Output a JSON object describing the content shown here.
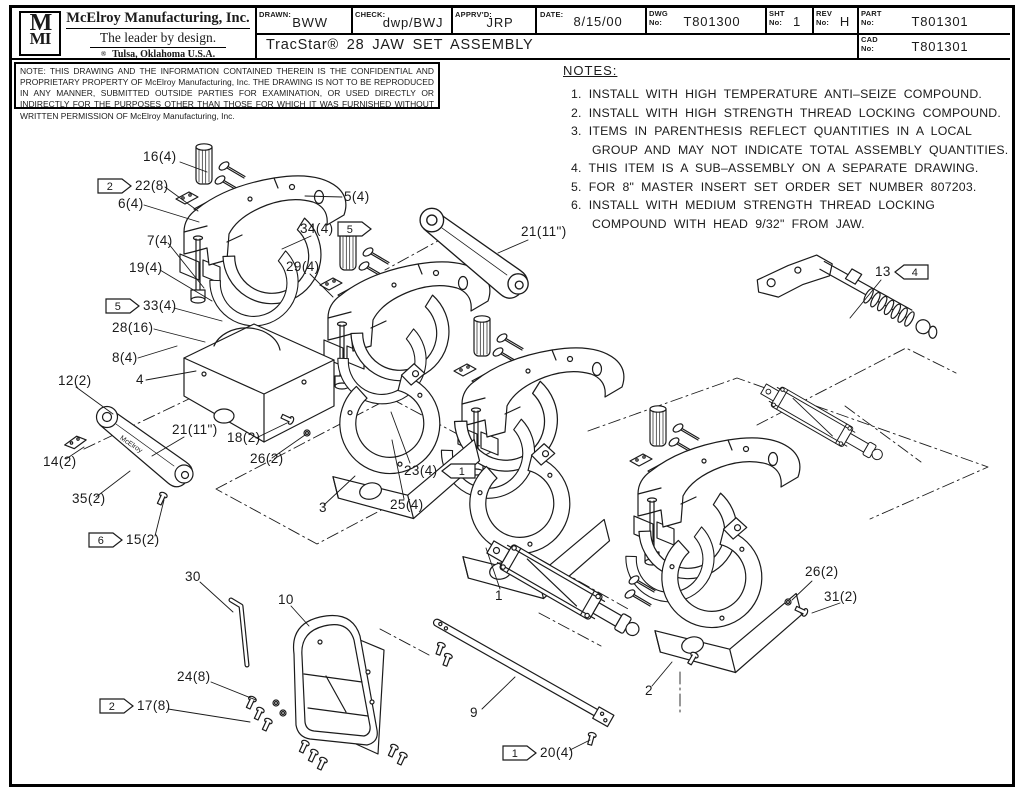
{
  "title_block": {
    "logo_top": "M",
    "logo_bottom": "MI",
    "company": "McElroy Manufacturing, Inc.",
    "tagline": "The leader by design.",
    "trademark": "®",
    "location": "Tulsa, Oklahoma U.S.A.",
    "drawing_title": "TracStar® 28 JAW SET ASSEMBLY",
    "fields": {
      "drawn": {
        "label": "DRAWN:",
        "value": "BWW"
      },
      "check": {
        "label": "CHECK:",
        "value": "dwp/BWJ"
      },
      "approved": {
        "label": "APPRV'D:",
        "value": "JRP"
      },
      "date": {
        "label": "DATE:",
        "value": "8/15/00"
      },
      "dwg": {
        "label": "DWG",
        "label2": "No:",
        "value": "T801300"
      },
      "sheet": {
        "label": "SHT",
        "label2": "No:",
        "value": "1"
      },
      "rev": {
        "label": "REV",
        "label2": "No:",
        "value": "H"
      },
      "part": {
        "label": "PART",
        "label2": "No:",
        "value": "T801301"
      },
      "cad": {
        "label": "CAD",
        "label2": "No:",
        "value": "T801301"
      }
    }
  },
  "confidential_note": "NOTE: THIS DRAWING AND THE INFORMATION CONTAINED THEREIN IS THE CONFIDENTIAL AND PROPRIETARY PROPERTY OF McElroy Manufacturing, Inc. THE DRAWING IS NOT TO BE REPRODUCED IN ANY MANNER, SUBMITTED OUTSIDE PARTIES FOR EXAMINATION, OR USED DIRECTLY OR INDIRECTLY FOR THE PURPOSES OTHER THAN THOSE FOR WHICH IT WAS FURNISHED WITHOUT WRITTEN PERMISSION OF McElroy Manufacturing, Inc.",
  "notes": {
    "heading": "NOTES:",
    "items": [
      "1. INSTALL WITH HIGH TEMPERATURE ANTI–SEIZE COMPOUND.",
      "2. INSTALL WITH HIGH STRENGTH THREAD LOCKING COMPOUND.",
      "3. ITEMS IN PARENTHESIS REFLECT QUANTITIES IN A LOCAL\nGROUP AND MAY NOT INDICATE TOTAL ASSEMBLY QUANTITIES.",
      "4. THIS ITEM IS A SUB–ASSEMBLY ON A SEPARATE DRAWING.",
      "5. FOR 8\" MASTER INSERT SET ORDER SET NUMBER 807203.",
      "6. INSTALL WITH MEDIUM STRENGTH THREAD LOCKING\nCOMPOUND WITH HEAD 9/32\" FROM JAW."
    ]
  },
  "drawing": {
    "wrench_stamp": "McElroy"
  },
  "callouts": [
    {
      "label": "16(4)"
    },
    {
      "flag": "2",
      "label": "22(8)"
    },
    {
      "label": "6(4)"
    },
    {
      "label": "5(4)"
    },
    {
      "label": "34(4)",
      "flag": "5"
    },
    {
      "label": "7(4)"
    },
    {
      "label": "19(4)"
    },
    {
      "label": "29(4)"
    },
    {
      "flag": "5",
      "label": "33(4)"
    },
    {
      "label": "28(16)"
    },
    {
      "label": "8(4)"
    },
    {
      "label": "4"
    },
    {
      "label": "12(2)"
    },
    {
      "label": "21(11\")"
    },
    {
      "label": "18(2)"
    },
    {
      "label": "26(2)"
    },
    {
      "label": "14(2)"
    },
    {
      "label": "35(2)"
    },
    {
      "flag": "6",
      "label": "15(2)"
    },
    {
      "label": "23(4)",
      "flag": "1"
    },
    {
      "label": "25(4)"
    },
    {
      "label": "3"
    },
    {
      "label": "1"
    },
    {
      "label": "13",
      "flag": "4"
    },
    {
      "label": "30"
    },
    {
      "label": "10"
    },
    {
      "label": "24(8)"
    },
    {
      "flag": "2",
      "label": "17(8)"
    },
    {
      "label": "9"
    },
    {
      "flag": "1",
      "label": "20(4)"
    },
    {
      "label": "2"
    },
    {
      "label": "26(2)"
    },
    {
      "label": "31(2)"
    },
    {
      "label": "21(11\")"
    }
  ]
}
